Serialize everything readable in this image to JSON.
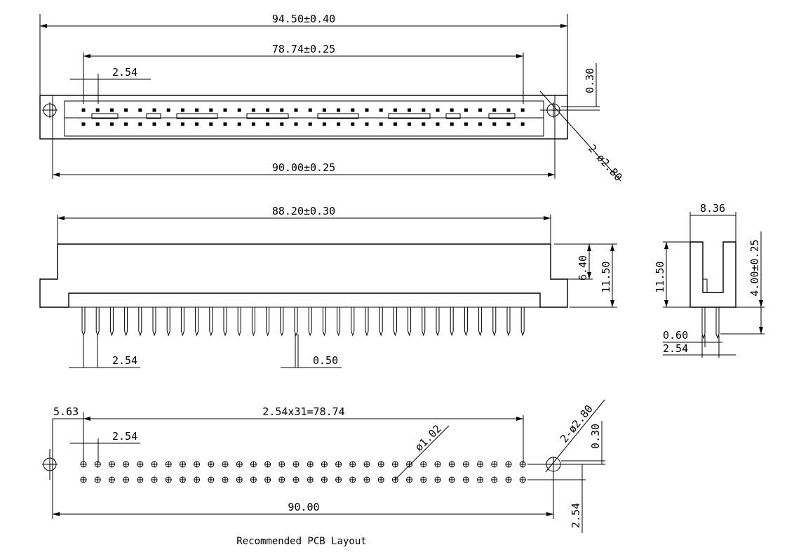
{
  "top_view": {
    "overall_length": "94.50±0.40",
    "pin_span": "78.74±0.25",
    "pin_pitch": "2.54",
    "offset": "0.30",
    "mount_hole": "2-ø2.80",
    "mount_spacing": "90.00±0.25"
  },
  "front_view": {
    "body_length": "88.20±0.30",
    "step_height": "6.40",
    "total_height": "11.50",
    "pin_pitch": "2.54",
    "pin_width": "0.50"
  },
  "side_view": {
    "width": "8.36",
    "height": "11.50",
    "pin_length": "4.00±0.25",
    "pin_thickness": "0.60",
    "row_spacing": "2.54"
  },
  "pcb_layout": {
    "edge_offset": "5.63",
    "pin_span": "2.54x31=78.74",
    "pin_pitch": "2.54",
    "pad_hole": "ø1.02",
    "mount_hole": "2-ø2.80",
    "offset": "0.30",
    "row_spacing": "2.54",
    "mount_spacing": "90.00",
    "caption": "Recommended PCB Layout"
  }
}
